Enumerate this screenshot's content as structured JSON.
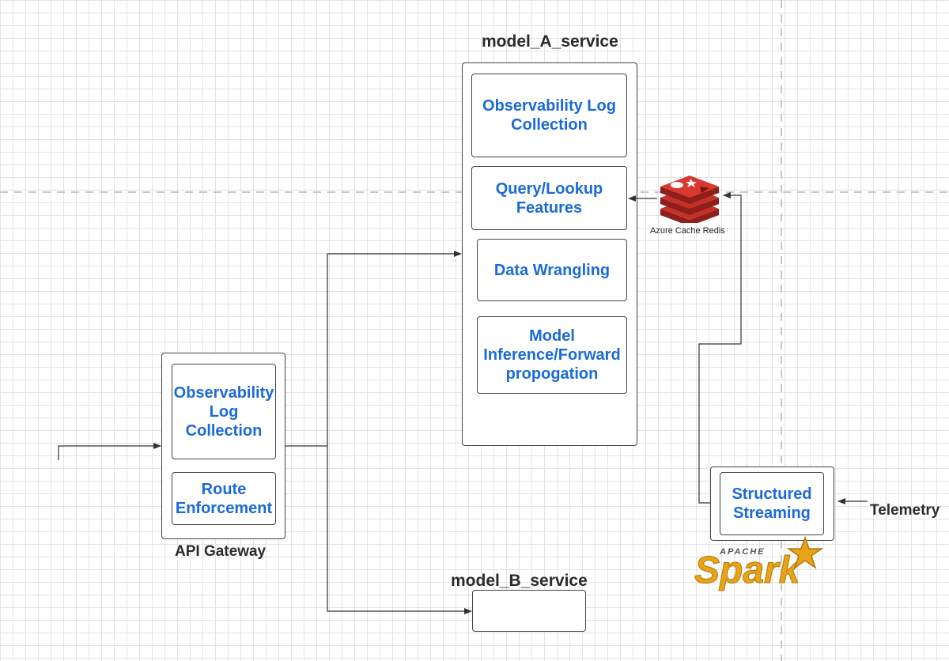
{
  "nodes": {
    "model_a": {
      "title": "model_A_service",
      "components": [
        "Observability Log Collection",
        "Query/Lookup Features",
        "Data Wrangling",
        "Model Inference/Forward propogation"
      ]
    },
    "gateway": {
      "title": "API Gateway",
      "components": [
        "Observability Log Collection",
        "Route Enforcement"
      ]
    },
    "model_b": {
      "title": "model_B_service"
    },
    "redis": {
      "caption": "Azure Cache Redis",
      "icon": "redis-icon",
      "color": "#c6302b"
    },
    "streaming": {
      "label": "Structured Streaming"
    },
    "spark": {
      "logo_small": "APACHE",
      "logo_big": "Spark",
      "icon": "apache-spark-logo",
      "color": "#e8a317"
    },
    "telemetry": {
      "label": "Telemetry"
    }
  },
  "colors": {
    "component_text": "#1a6ad8",
    "line": "#333333",
    "grid": "#e3e3e3"
  }
}
